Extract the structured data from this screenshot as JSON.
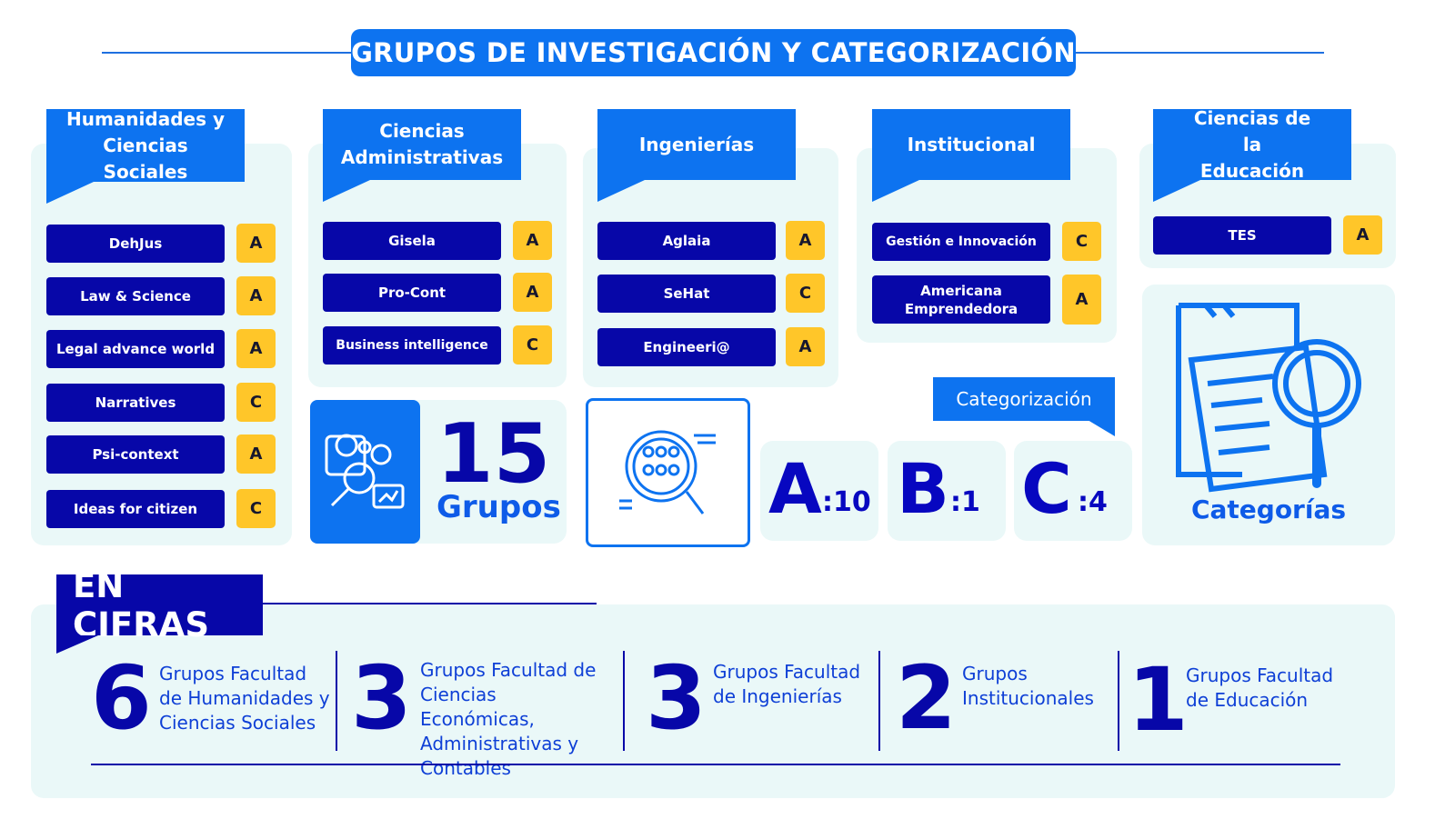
{
  "title": "GRUPOS DE INVESTIGACIÓN Y CATEGORIZACIÓN",
  "categories": [
    {
      "name": "Humanidades y Ciencias Sociales",
      "groups": [
        {
          "name": "DehJus",
          "grade": "A"
        },
        {
          "name": "Law & Science",
          "grade": "A"
        },
        {
          "name": "Legal advance world",
          "grade": "A"
        },
        {
          "name": "Narratives",
          "grade": "C"
        },
        {
          "name": "Psi-context",
          "grade": "A"
        },
        {
          "name": "Ideas for citizen",
          "grade": "C"
        }
      ]
    },
    {
      "name": "Ciencias Administrativas",
      "groups": [
        {
          "name": "Gisela",
          "grade": "A"
        },
        {
          "name": "Pro-Cont",
          "grade": "A"
        },
        {
          "name": "Business intelligence",
          "grade": "C"
        }
      ]
    },
    {
      "name": "Ingenierías",
      "groups": [
        {
          "name": "Aglaia",
          "grade": "A"
        },
        {
          "name": "SeHat",
          "grade": "C"
        },
        {
          "name": "Engineeri@",
          "grade": "A"
        }
      ]
    },
    {
      "name": "Institucional",
      "groups": [
        {
          "name": "Gestión e Innovación",
          "grade": "C"
        },
        {
          "name": "Americana Emprendedora",
          "grade": "A"
        }
      ]
    },
    {
      "name": "Ciencias de la Educación",
      "groups": [
        {
          "name": "TES",
          "grade": "A"
        }
      ]
    }
  ],
  "total": {
    "number": "15",
    "label": "Grupos"
  },
  "categorization": {
    "title": "Categorización",
    "items": [
      {
        "letter": "A",
        "count": ":10"
      },
      {
        "letter": "B",
        "count": ":1"
      },
      {
        "letter": "C",
        "count": ":4"
      }
    ]
  },
  "categorias_label": "Categorías",
  "cifras": {
    "title": "EN CIFRAS",
    "stats": [
      {
        "number": "6",
        "text": "Grupos Facultad de Humanidades y Ciencias Sociales"
      },
      {
        "number": "3",
        "text": "Grupos Facultad de Ciencias Económicas, Administrativas y Contables"
      },
      {
        "number": "3",
        "text": "Grupos Facultad de Ingenierías"
      },
      {
        "number": "2",
        "text": "Grupos Institucionales"
      },
      {
        "number": "1",
        "text": "Grupos Facultad de Educación"
      }
    ]
  },
  "colors": {
    "primary": "#0d73f0",
    "navy": "#0707a8",
    "badge": "#ffc629",
    "panel": "#eaf8f8"
  },
  "icons": [
    "research-groups-icon",
    "people-search-icon",
    "document-search-icon"
  ]
}
